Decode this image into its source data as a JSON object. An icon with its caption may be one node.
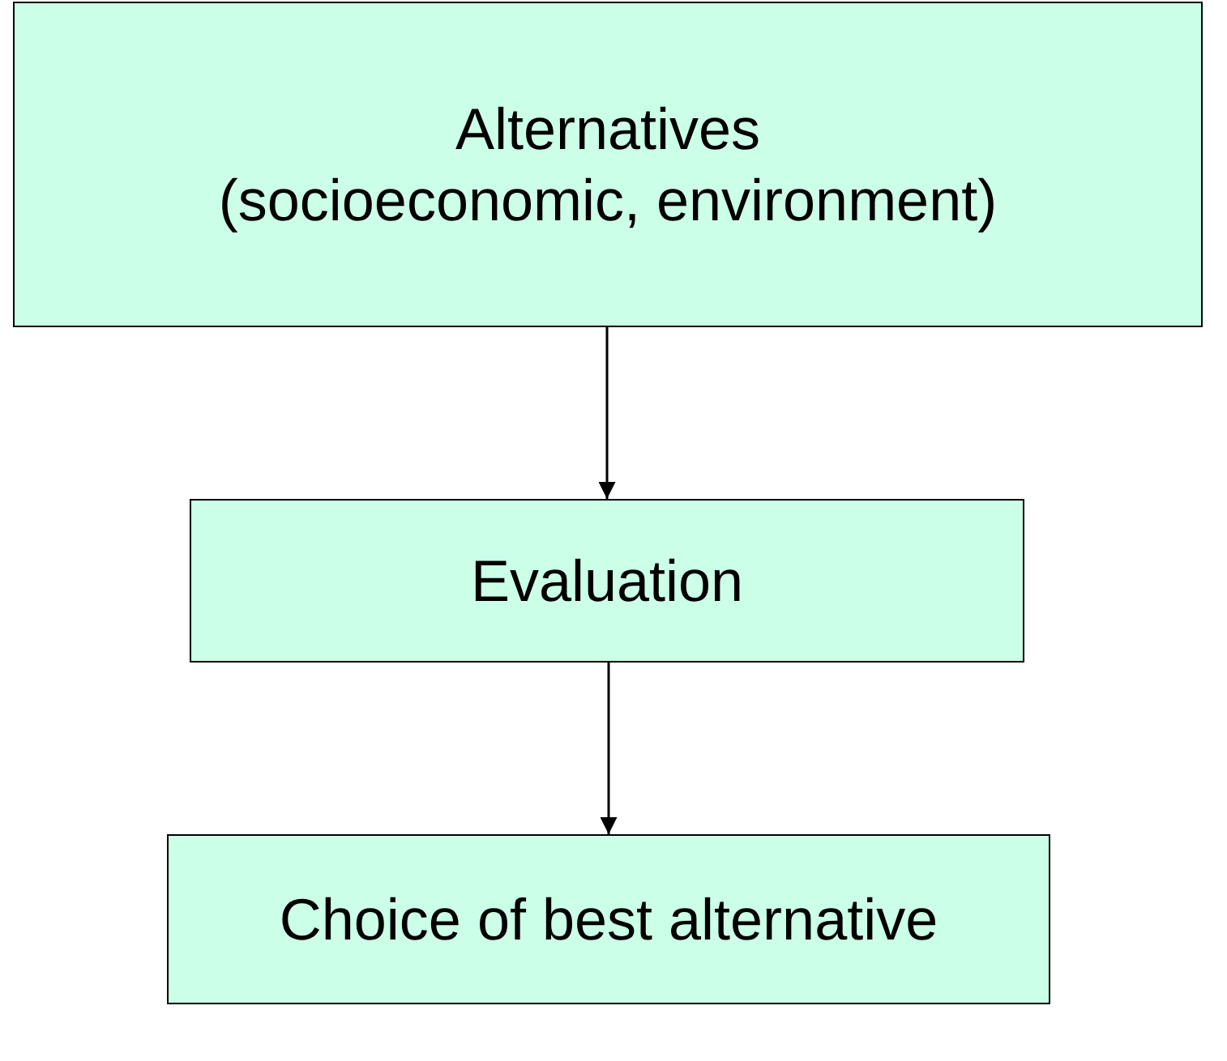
{
  "diagram": {
    "nodes": [
      {
        "text": [
          "Alternatives",
          "(socioeconomic, environment)"
        ]
      },
      {
        "text": [
          "Evaluation"
        ]
      },
      {
        "text": [
          "Choice of best alternative"
        ]
      }
    ],
    "edges": [
      {
        "from": 0,
        "to": 1,
        "arrow": "to"
      },
      {
        "from": 1,
        "to": 2,
        "arrow": "to"
      }
    ]
  }
}
